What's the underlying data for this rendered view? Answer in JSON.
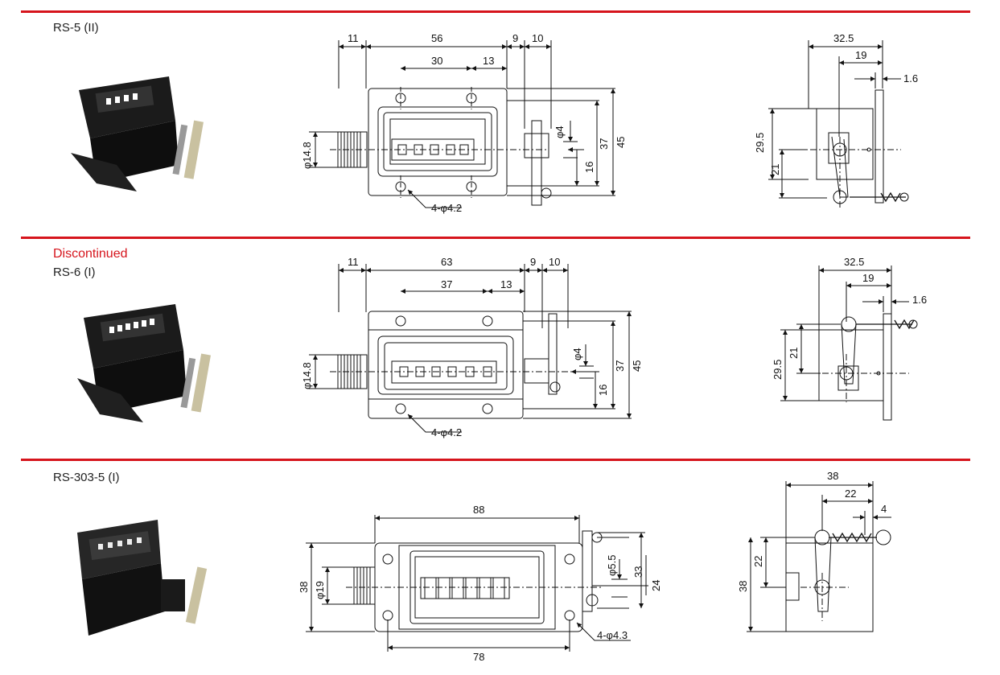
{
  "colors": {
    "accent": "#d6141c",
    "line": "#111111"
  },
  "sections": [
    {
      "model": "RS-5 (II)",
      "status": "",
      "front": {
        "d_top": [
          "11",
          "56",
          "9",
          "10"
        ],
        "d_inner": [
          "30",
          "13"
        ],
        "shaft": "φ14.8",
        "hole": "φ4",
        "h1": "37",
        "h2": "45",
        "h3": "16",
        "holes": "4-φ4.2"
      },
      "side": {
        "w1": "32.5",
        "w2": "19",
        "w3": "1.6",
        "h1": "29.5",
        "h2": "21"
      }
    },
    {
      "model": "RS-6 (I)",
      "status": "Discontinued",
      "front": {
        "d_top": [
          "11",
          "63",
          "9",
          "10"
        ],
        "d_inner": [
          "37",
          "13"
        ],
        "shaft": "φ14.8",
        "hole": "φ4",
        "h1": "37",
        "h2": "45",
        "h3": "16",
        "holes": "4-φ4.2"
      },
      "side": {
        "w1": "32.5",
        "w2": "19",
        "w3": "1.6",
        "h1": "29.5",
        "h2": "21"
      }
    },
    {
      "model": "RS-303-5 (I)",
      "status": "",
      "front": {
        "w_top": "88",
        "w_bottom": "78",
        "h_left": "38",
        "shaft": "φ19",
        "hole": "φ5.5",
        "h1": "33",
        "h2": "24",
        "holes": "4-φ4.3"
      },
      "side": {
        "w1": "38",
        "w2": "22",
        "w3": "4",
        "h1": "22",
        "h2": "38"
      }
    }
  ]
}
